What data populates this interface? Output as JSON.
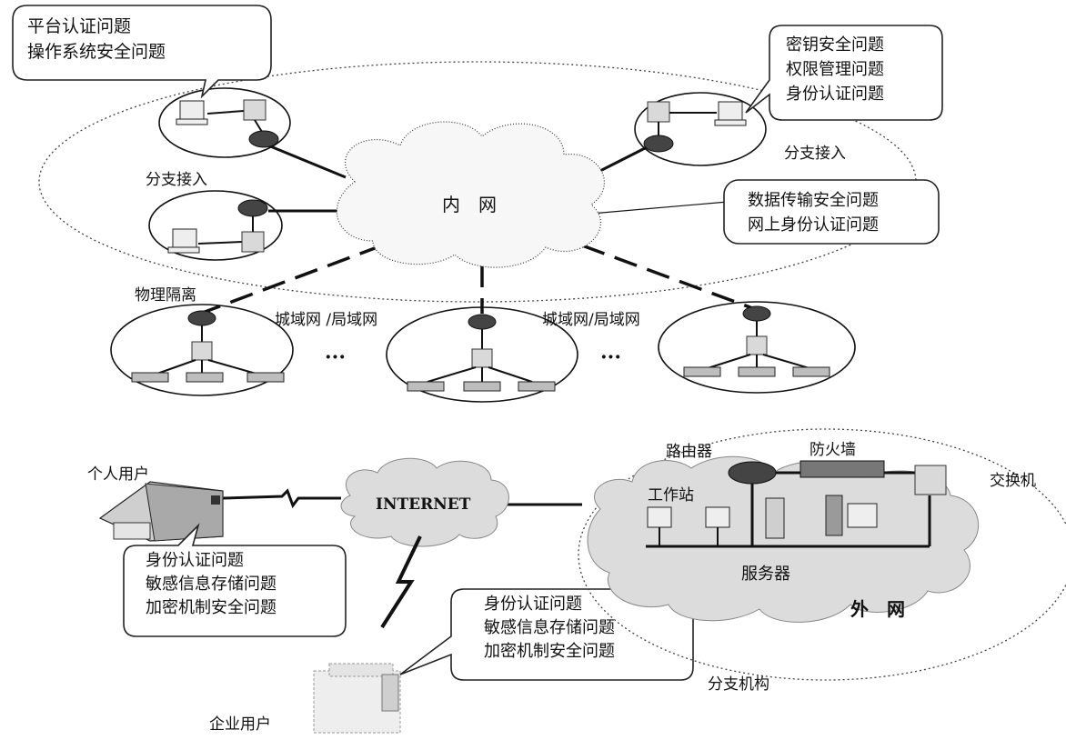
{
  "inner_net": {
    "label": "内　网",
    "branch_left_label": "分支接入",
    "branch_right_label": "分支接入",
    "physical_isolation": "物理隔离",
    "man_lan_left": "城域网 /局域网",
    "man_lan_right": "城域网/局域网",
    "ellipsis_left": "···",
    "ellipsis_right": "···"
  },
  "callouts": {
    "top_left": [
      "平台认证问题",
      "操作系统安全问题"
    ],
    "top_right": [
      "密钥安全问题",
      "权限管理问题",
      "身份认证问题"
    ],
    "middle_right": [
      "数据传输安全问题",
      "网上身份认证问题"
    ],
    "personal": [
      "身份认证问题",
      "敏感信息存储问题",
      "加密机制安全问题"
    ],
    "enterprise": [
      "身份认证问题",
      "敏感信息存储问题",
      "加密机制安全问题"
    ]
  },
  "internet": {
    "label": "INTERNET"
  },
  "users": {
    "personal": "个人用户",
    "enterprise": "企业用户"
  },
  "outer_net": {
    "label": "外　网",
    "router": "路由器",
    "firewall": "防火墙",
    "switch": "交换机",
    "workstation": "工作站",
    "server": "服务器",
    "branch_org": "分支机构"
  }
}
